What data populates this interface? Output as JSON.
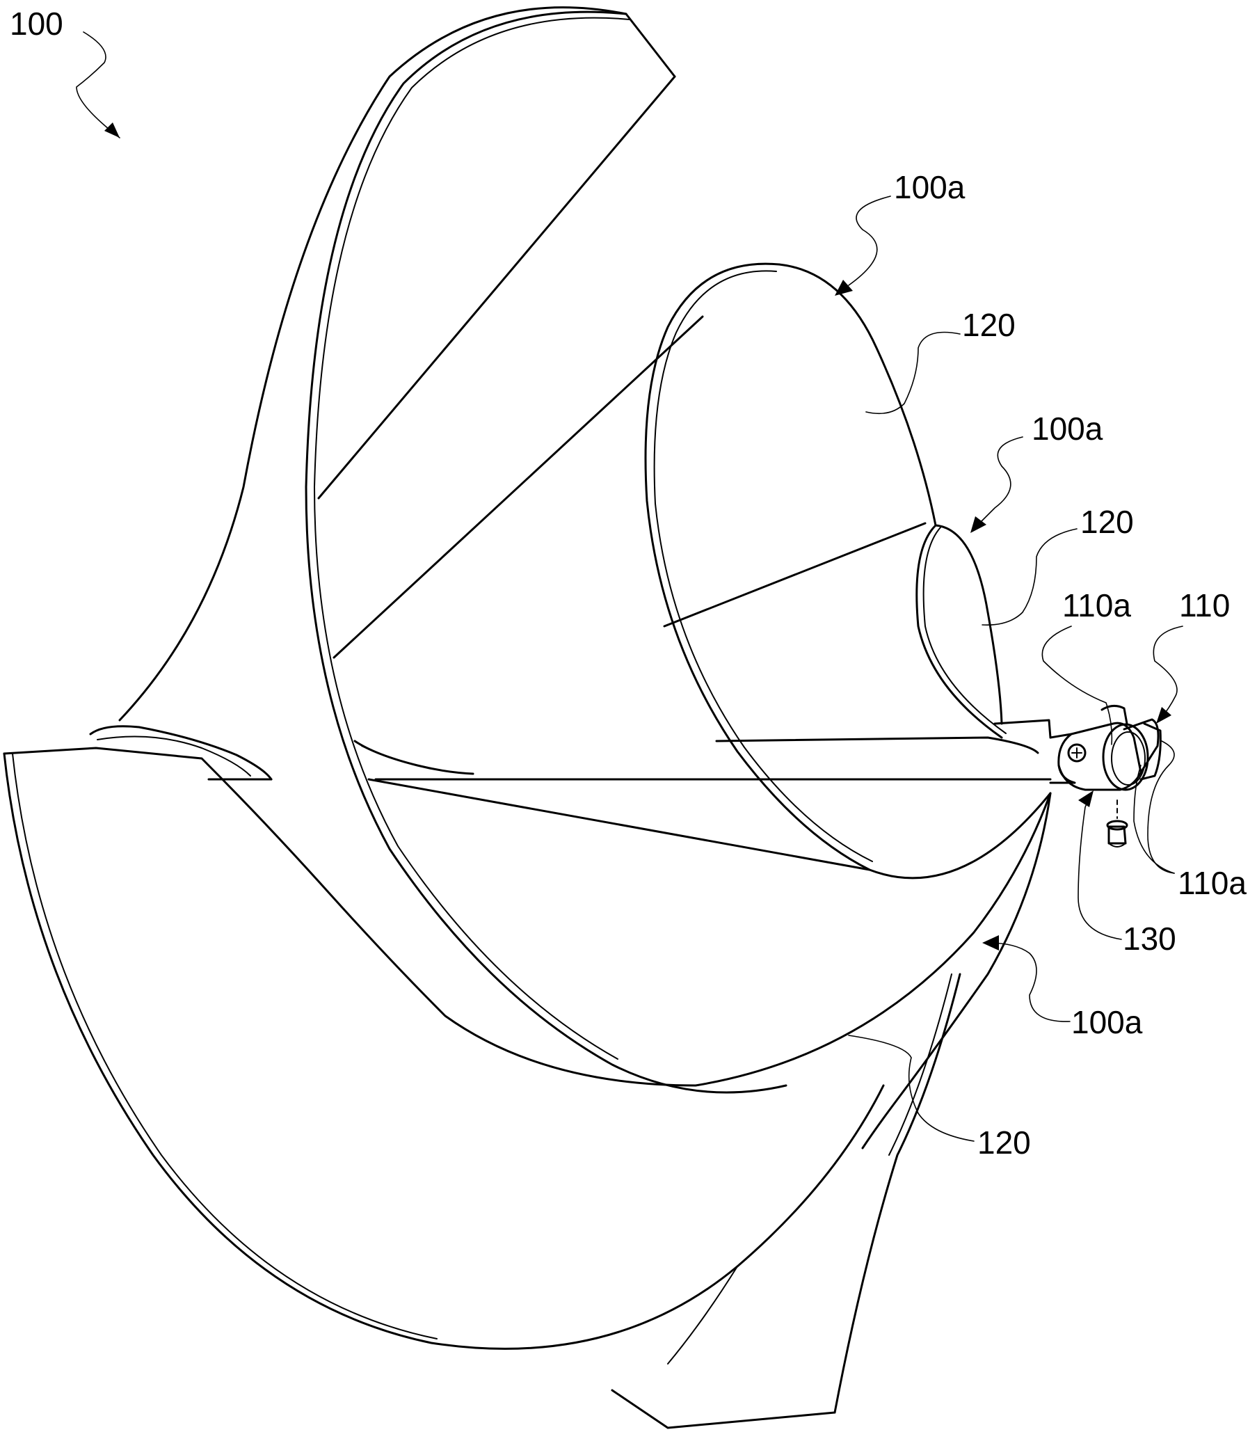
{
  "figure": {
    "labels": {
      "assembly": "100",
      "edge_top": "100a",
      "edge_middle": "100a",
      "edge_bottom": "100a",
      "blade_top": "120",
      "blade_middle": "120",
      "blade_bottom": "120",
      "shaft": "110",
      "shaft_face_top": "110a",
      "shaft_face_right": "110a",
      "collar": "130"
    }
  }
}
